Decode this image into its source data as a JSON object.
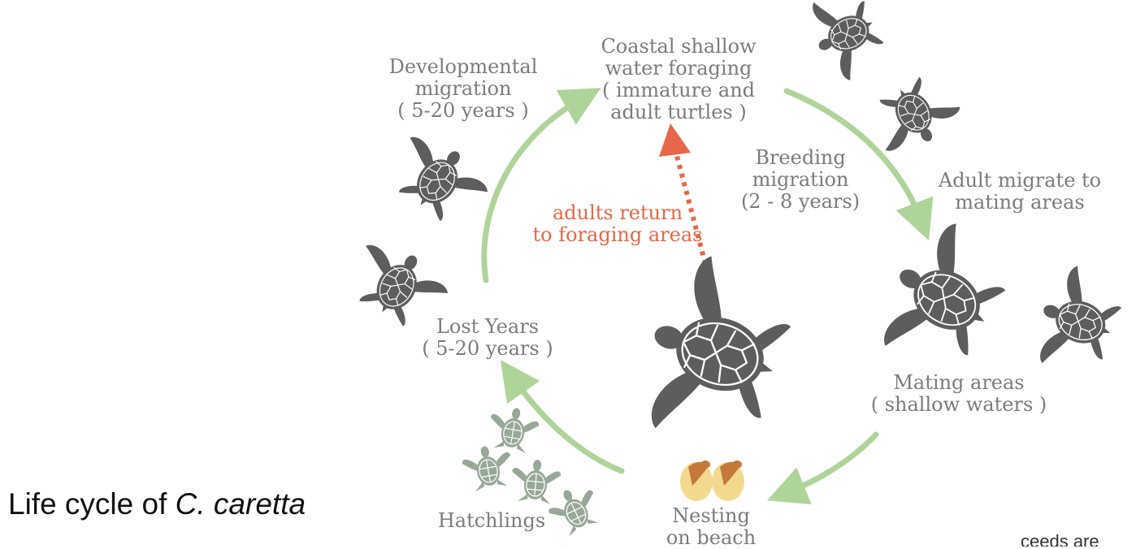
{
  "labels": {
    "coastal": [
      "Coastal shallow",
      "water foraging",
      "( immature and",
      "adult turtles )"
    ],
    "developmental": [
      "Developmental",
      "migration",
      "( 5-20 years )"
    ],
    "breeding": [
      "Breeding",
      "migration",
      "(2 - 8 years)"
    ],
    "adult_migrate": [
      "Adult migrate to",
      "mating areas"
    ],
    "adults_return": [
      "adults return",
      "to foraging areas"
    ],
    "lost_years": [
      "Lost Years",
      "( 5-20 years )"
    ],
    "mating": [
      "Mating areas",
      "( shallow waters )"
    ],
    "nesting": [
      "Nesting",
      "on beach"
    ],
    "hatchlings": "Hatchlings"
  },
  "caption": {
    "prefix": "Life cycle of ",
    "species": "C. caretta"
  },
  "corner_text": "ceeds are",
  "colors": {
    "cycle_arrow": "#aed49a",
    "return_arrow": "#e8674a",
    "turtle": "#5d5d5d",
    "hatchling": "#98a898",
    "egg": "#f2d98e",
    "text": "#7c7c7c"
  },
  "icons": [
    "turtle-icon",
    "hatchling-icon",
    "egg-icon"
  ]
}
